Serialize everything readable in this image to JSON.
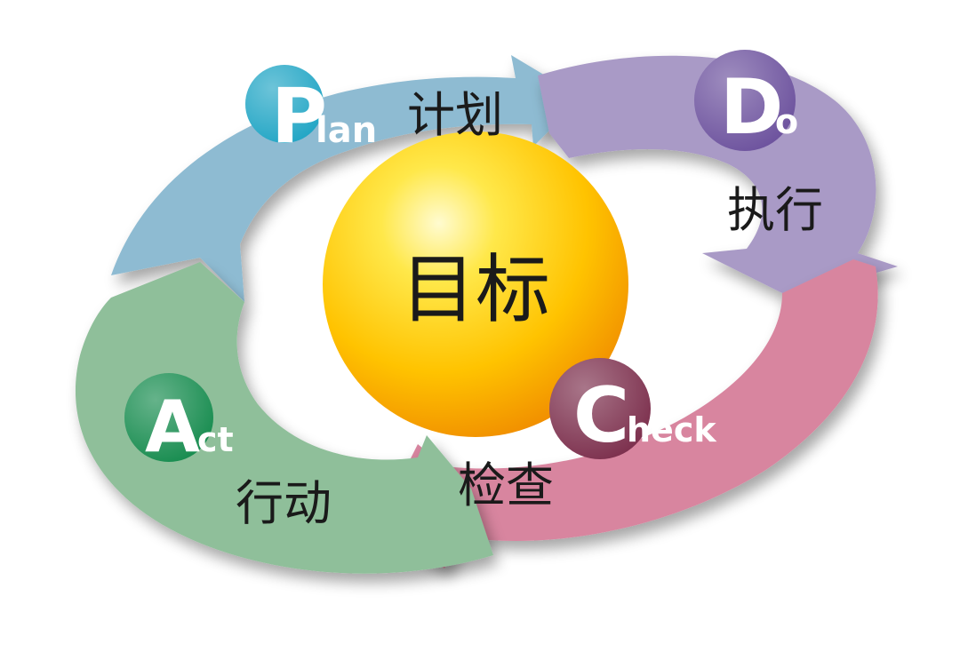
{
  "center": {
    "label": "目标"
  },
  "steps": [
    {
      "letter": "P",
      "rest": "lan",
      "label": "计划",
      "color": "#1ea4c4",
      "arrow_color": "#8ebbd2"
    },
    {
      "letter": "D",
      "rest": "o",
      "label": "执行",
      "color": "#6a4f9c",
      "arrow_color": "#a99ac6"
    },
    {
      "letter": "C",
      "rest": "heck",
      "label": "检查",
      "color": "#7a2c4a",
      "arrow_color": "#d8859f"
    },
    {
      "letter": "A",
      "rest": "ct",
      "label": "行动",
      "color": "#138a4c",
      "arrow_color": "#8fbf9a"
    }
  ],
  "colors": {
    "sphere_light": "#fff7a0",
    "sphere_mid": "#ffd400",
    "sphere_dark": "#f3a100"
  }
}
